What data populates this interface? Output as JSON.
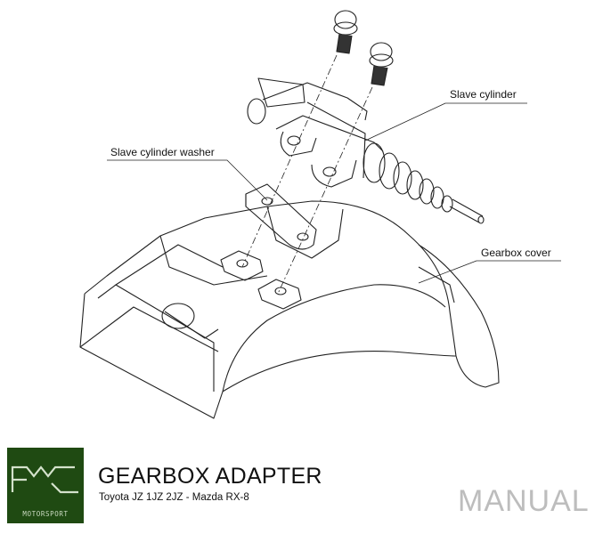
{
  "labels": {
    "slave_cylinder": "Slave cylinder",
    "slave_cylinder_washer": "Slave cylinder washer",
    "gearbox_cover": "Gearbox cover"
  },
  "footer": {
    "logo_text": "MOTORSPORT",
    "logo_mark": "PMC",
    "title": "GEARBOX ADAPTER",
    "subtitle": "Toyota JZ 1JZ 2JZ - Mazda RX-8",
    "manual": "MANUAL"
  },
  "colors": {
    "logo_bg": "#1f4a12",
    "manual_text": "#bdbdbd",
    "line": "#222222"
  }
}
